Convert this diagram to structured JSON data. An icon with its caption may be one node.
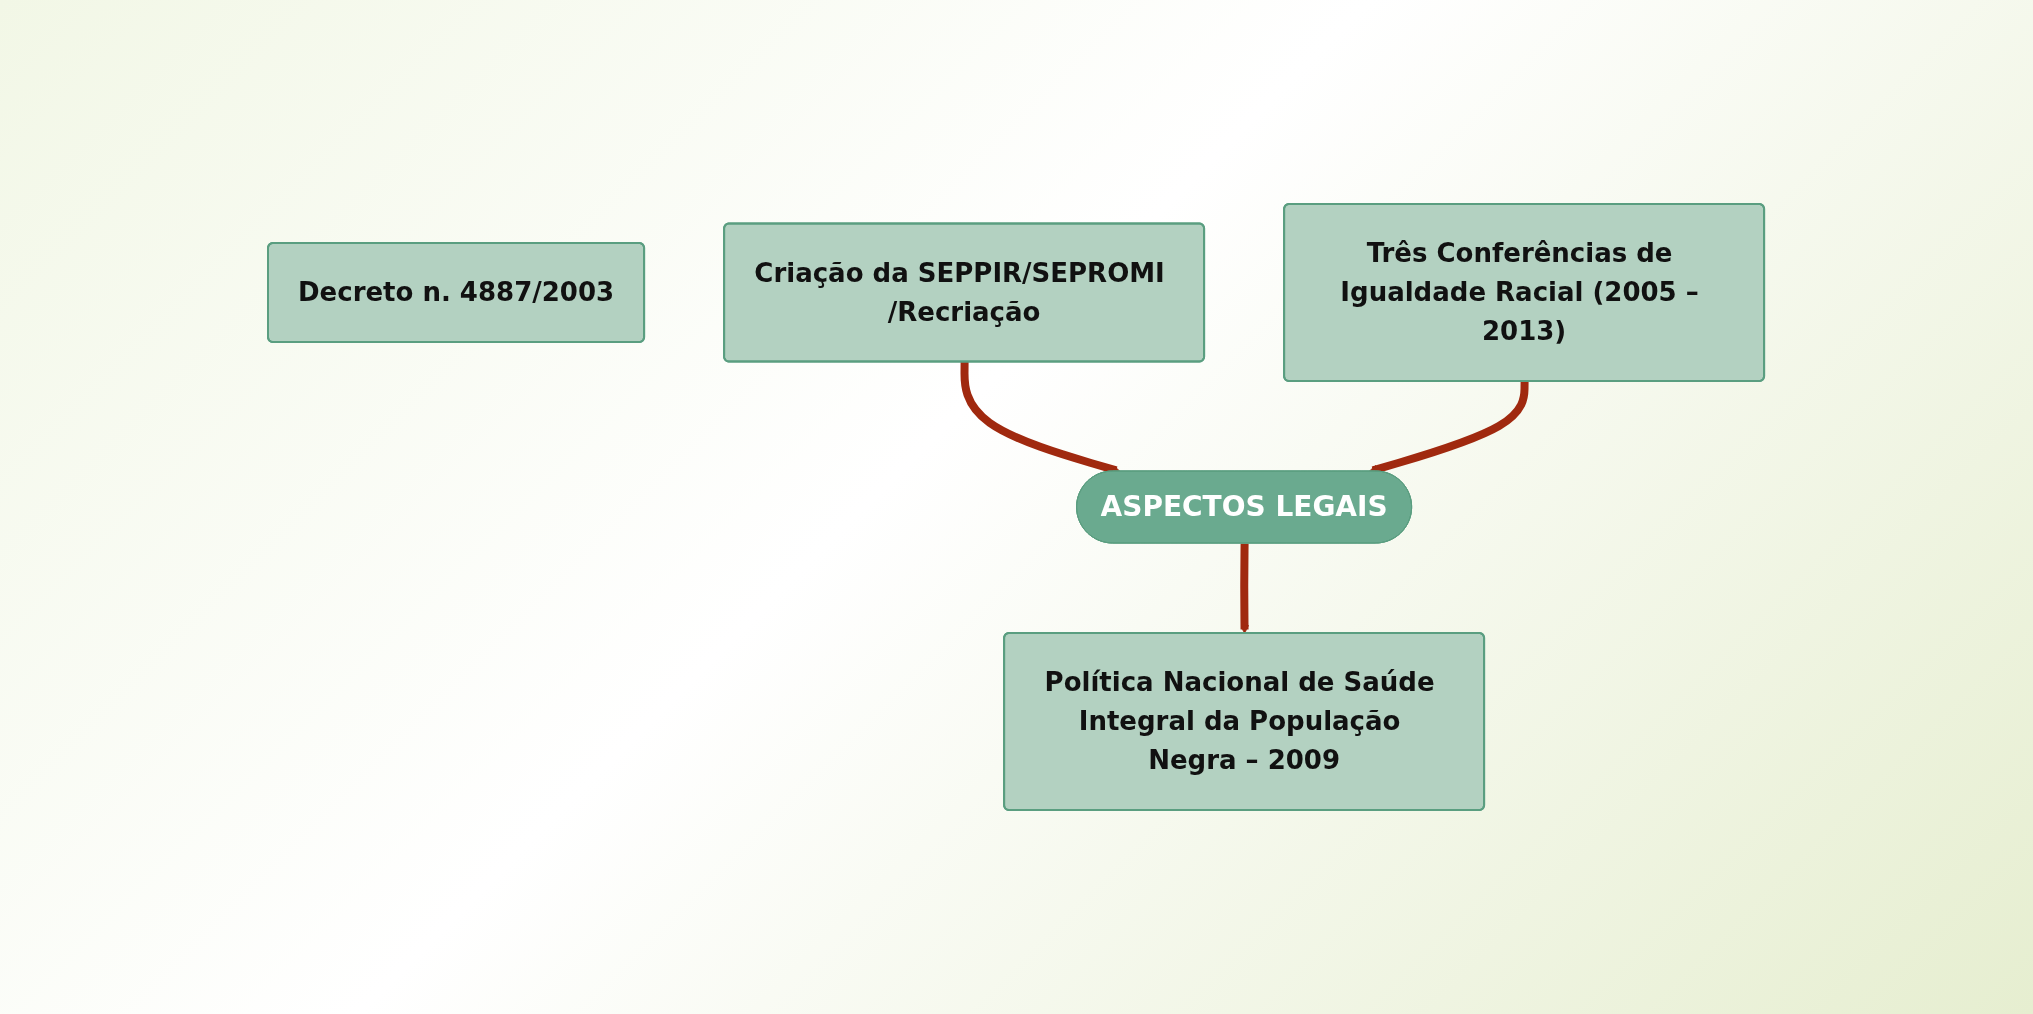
{
  "diagram": {
    "nodes": [
      {
        "text": [
          "Decreto n. 4887/2003"
        ]
      },
      {
        "text": [
          "Criação da SEPPIR/SEPROMI /Recriação"
        ]
      },
      {
        "text": [
          "ASPECTOS LEGAIS"
        ]
      },
      {
        "text": [
          "Três Conferências de Igualdade Racial (2005 – 2013)"
        ]
      },
      {
        "text": [
          "Política Nacional de Saúde Integral da População Negra – 2009"
        ]
      }
    ],
    "edges": [
      {
        "from": 1,
        "to": 2,
        "arrow": "to"
      },
      {
        "from": 3,
        "to": 2,
        "arrow": "to"
      },
      {
        "from": 2,
        "to": 4,
        "arrow": "to"
      }
    ]
  }
}
